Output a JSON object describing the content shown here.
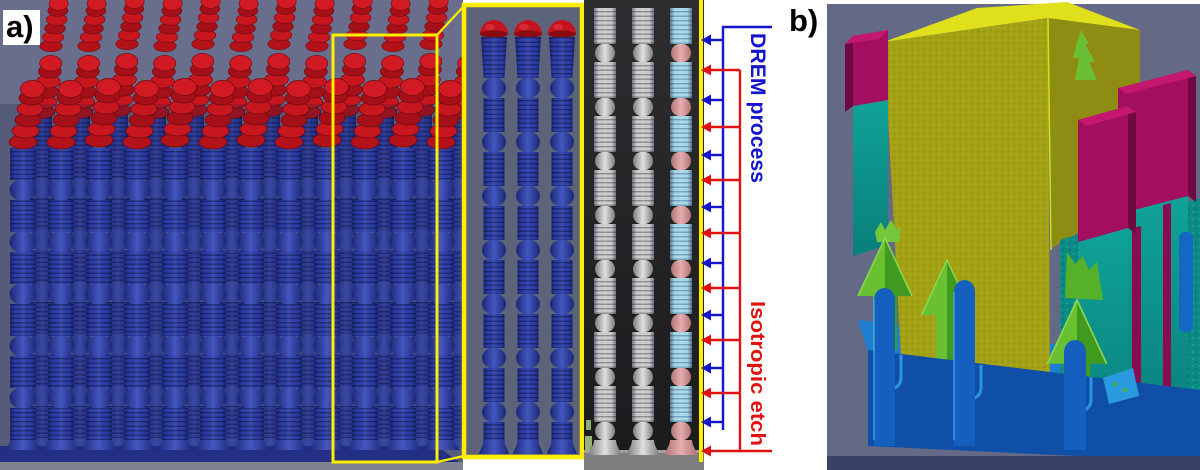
{
  "panel_a": {
    "label": "a)",
    "annotations": {
      "drem": {
        "text": "DREM process",
        "color": "#1414cc",
        "arrow_count": 8
      },
      "isotropic": {
        "text": "Isotropic etch",
        "color": "#e01212",
        "arrow_count": 8
      }
    },
    "inset_highlight_color": "#ffee00",
    "sem_overlay_colors": {
      "scallop_segments": "#a9d9e9",
      "neck_segments": "#d9989b"
    }
  },
  "panel_b": {
    "label": "b)"
  },
  "colors": {
    "ann-blue": "#1414cc",
    "ann-red": "#e01212",
    "highlight-yellow": "#ffee00",
    "pillar-blue": "#2e3ea8",
    "cap-red": "#c4151f",
    "render-bg": "#686e8b",
    "b-bg": "#646a86",
    "b-yellow": "#a8a614",
    "b-magenta": "#a30e5f",
    "b-teal": "#0d8a84",
    "b-green": "#57b02a",
    "b-base-blue": "#1467c2"
  }
}
